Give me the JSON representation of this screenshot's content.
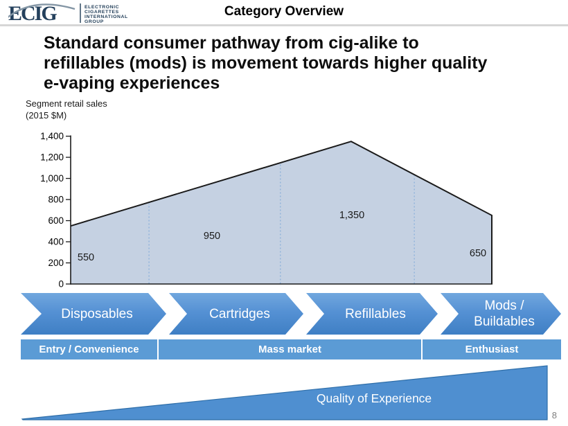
{
  "page": {
    "number": "8"
  },
  "header": {
    "logo": {
      "acronym": "ECIG",
      "org_lines": [
        "ELECTRONIC",
        "CIGARETTES",
        "INTERNATIONAL",
        "GROUP"
      ],
      "navy": "#1d3a55",
      "swoosh_gray": "#8496a5"
    },
    "title": "Category Overview"
  },
  "heading": {
    "lines": [
      "Standard consumer pathway from cig-alike to",
      "refillables (mods) is movement towards higher quality",
      "e-vaping experiences"
    ]
  },
  "chart_data": {
    "type": "area",
    "title": "Segment retail sales (2015 $M)",
    "ylabel_lines": [
      "Segment retail sales",
      "(2015 $M)"
    ],
    "categories": [
      "Disposables",
      "Cartridges",
      "Refillables",
      "Mods / Buildables"
    ],
    "values": [
      550,
      950,
      1350,
      650
    ],
    "value_labels": [
      "550",
      "950",
      "1,350",
      "650"
    ],
    "ylim": [
      0,
      1400
    ],
    "yticks": [
      0,
      200,
      400,
      600,
      800,
      1000,
      1200,
      1400
    ],
    "ytick_labels": [
      "0",
      "200",
      "400",
      "600",
      "800",
      "1,000",
      "1,200",
      "1,400"
    ],
    "shape_anchors": [
      {
        "x_frac": 0.0,
        "value": 550
      },
      {
        "x_frac": 0.666,
        "value": 1350
      },
      {
        "x_frac": 1.0,
        "value": 650
      }
    ],
    "separator_x_fracs": [
      0.186,
      0.498,
      0.816
    ],
    "grid": false,
    "legend": false,
    "colors": {
      "fill": "#c5d1e2",
      "stroke": "#1a1a1a",
      "separator": "#85add9"
    }
  },
  "pathway": {
    "chevrons": [
      {
        "label": "Disposables"
      },
      {
        "label": "Cartridges"
      },
      {
        "label": "Refillables"
      },
      {
        "label": "Mods /\nBuildables"
      }
    ]
  },
  "segments_band": {
    "items": [
      {
        "label": "Entry / Convenience"
      },
      {
        "label": "Mass market"
      },
      {
        "label": "Enthusiast"
      }
    ],
    "color": "#5b9bd5"
  },
  "experience": {
    "label": "Quality of Experience",
    "color": "#4f8fd0"
  }
}
